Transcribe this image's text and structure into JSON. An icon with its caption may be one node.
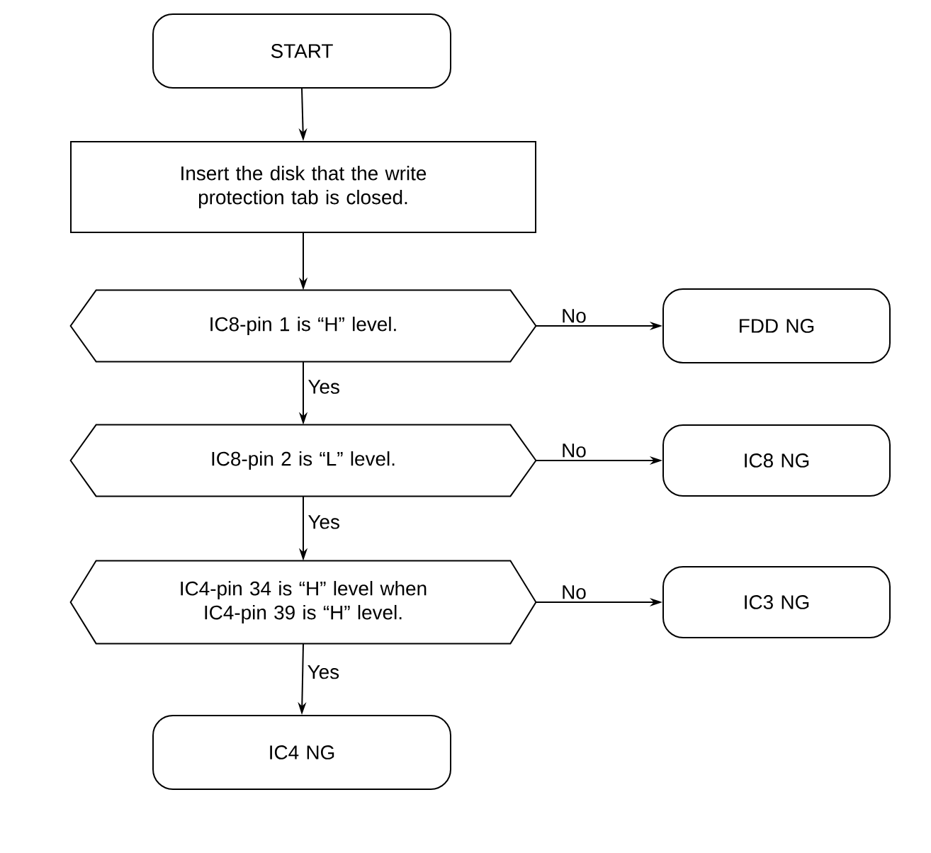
{
  "diagram": {
    "nodes": [
      {
        "text": [
          "START"
        ]
      },
      {
        "text": [
          "Insert the disk that the write protection tab is closed."
        ]
      },
      {
        "text": [
          "IC8-pin 1 is “H” level."
        ]
      },
      {
        "text": [
          "FDD NG"
        ]
      },
      {
        "text": [
          "IC8-pin 2 is “L” level."
        ]
      },
      {
        "text": [
          "IC8 NG"
        ]
      },
      {
        "text": [
          "IC4-pin 34 is “H” level when IC4-pin 39 is “H” level."
        ]
      },
      {
        "text": [
          "IC3 NG"
        ]
      },
      {
        "text": [
          "IC4 NG"
        ]
      }
    ],
    "edges": [
      {
        "from": 0,
        "to": 1,
        "arrow": "to"
      },
      {
        "from": 1,
        "to": 2,
        "arrow": "to"
      },
      {
        "from": 2,
        "to": 3,
        "arrow": "to",
        "label": "No"
      },
      {
        "from": 2,
        "to": 4,
        "arrow": "to",
        "label": "Yes"
      },
      {
        "from": 4,
        "to": 5,
        "arrow": "to",
        "label": "No"
      },
      {
        "from": 4,
        "to": 6,
        "arrow": "to",
        "label": "Yes"
      },
      {
        "from": 6,
        "to": 7,
        "arrow": "to",
        "label": "No"
      },
      {
        "from": 6,
        "to": 8,
        "arrow": "to",
        "label": "Yes"
      }
    ]
  }
}
